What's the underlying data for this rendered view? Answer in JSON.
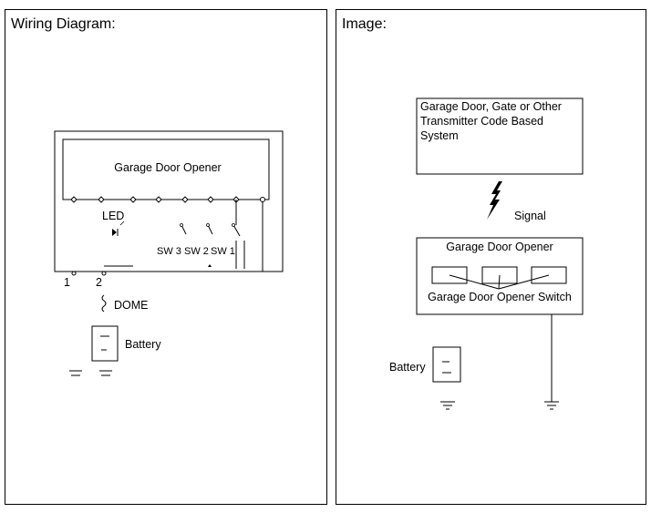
{
  "left_panel": {
    "title": "Wiring Diagram:",
    "opener_label": "Garage Door Opener",
    "led_label": "LED",
    "switch_labels": [
      "SW 3",
      "SW 2",
      "SW 1"
    ],
    "terminal_labels": [
      "1",
      "2"
    ],
    "dome_label": "DOME",
    "battery_label": "Battery"
  },
  "right_panel": {
    "title": "Image:",
    "transmitter_lines": [
      "Garage Door, Gate or Other",
      "Transmitter Code Based",
      "System"
    ],
    "signal_label": "Signal",
    "opener_label": "Garage Door Opener",
    "switch_label": "Garage Door Opener Switch",
    "battery_label": "Battery"
  }
}
